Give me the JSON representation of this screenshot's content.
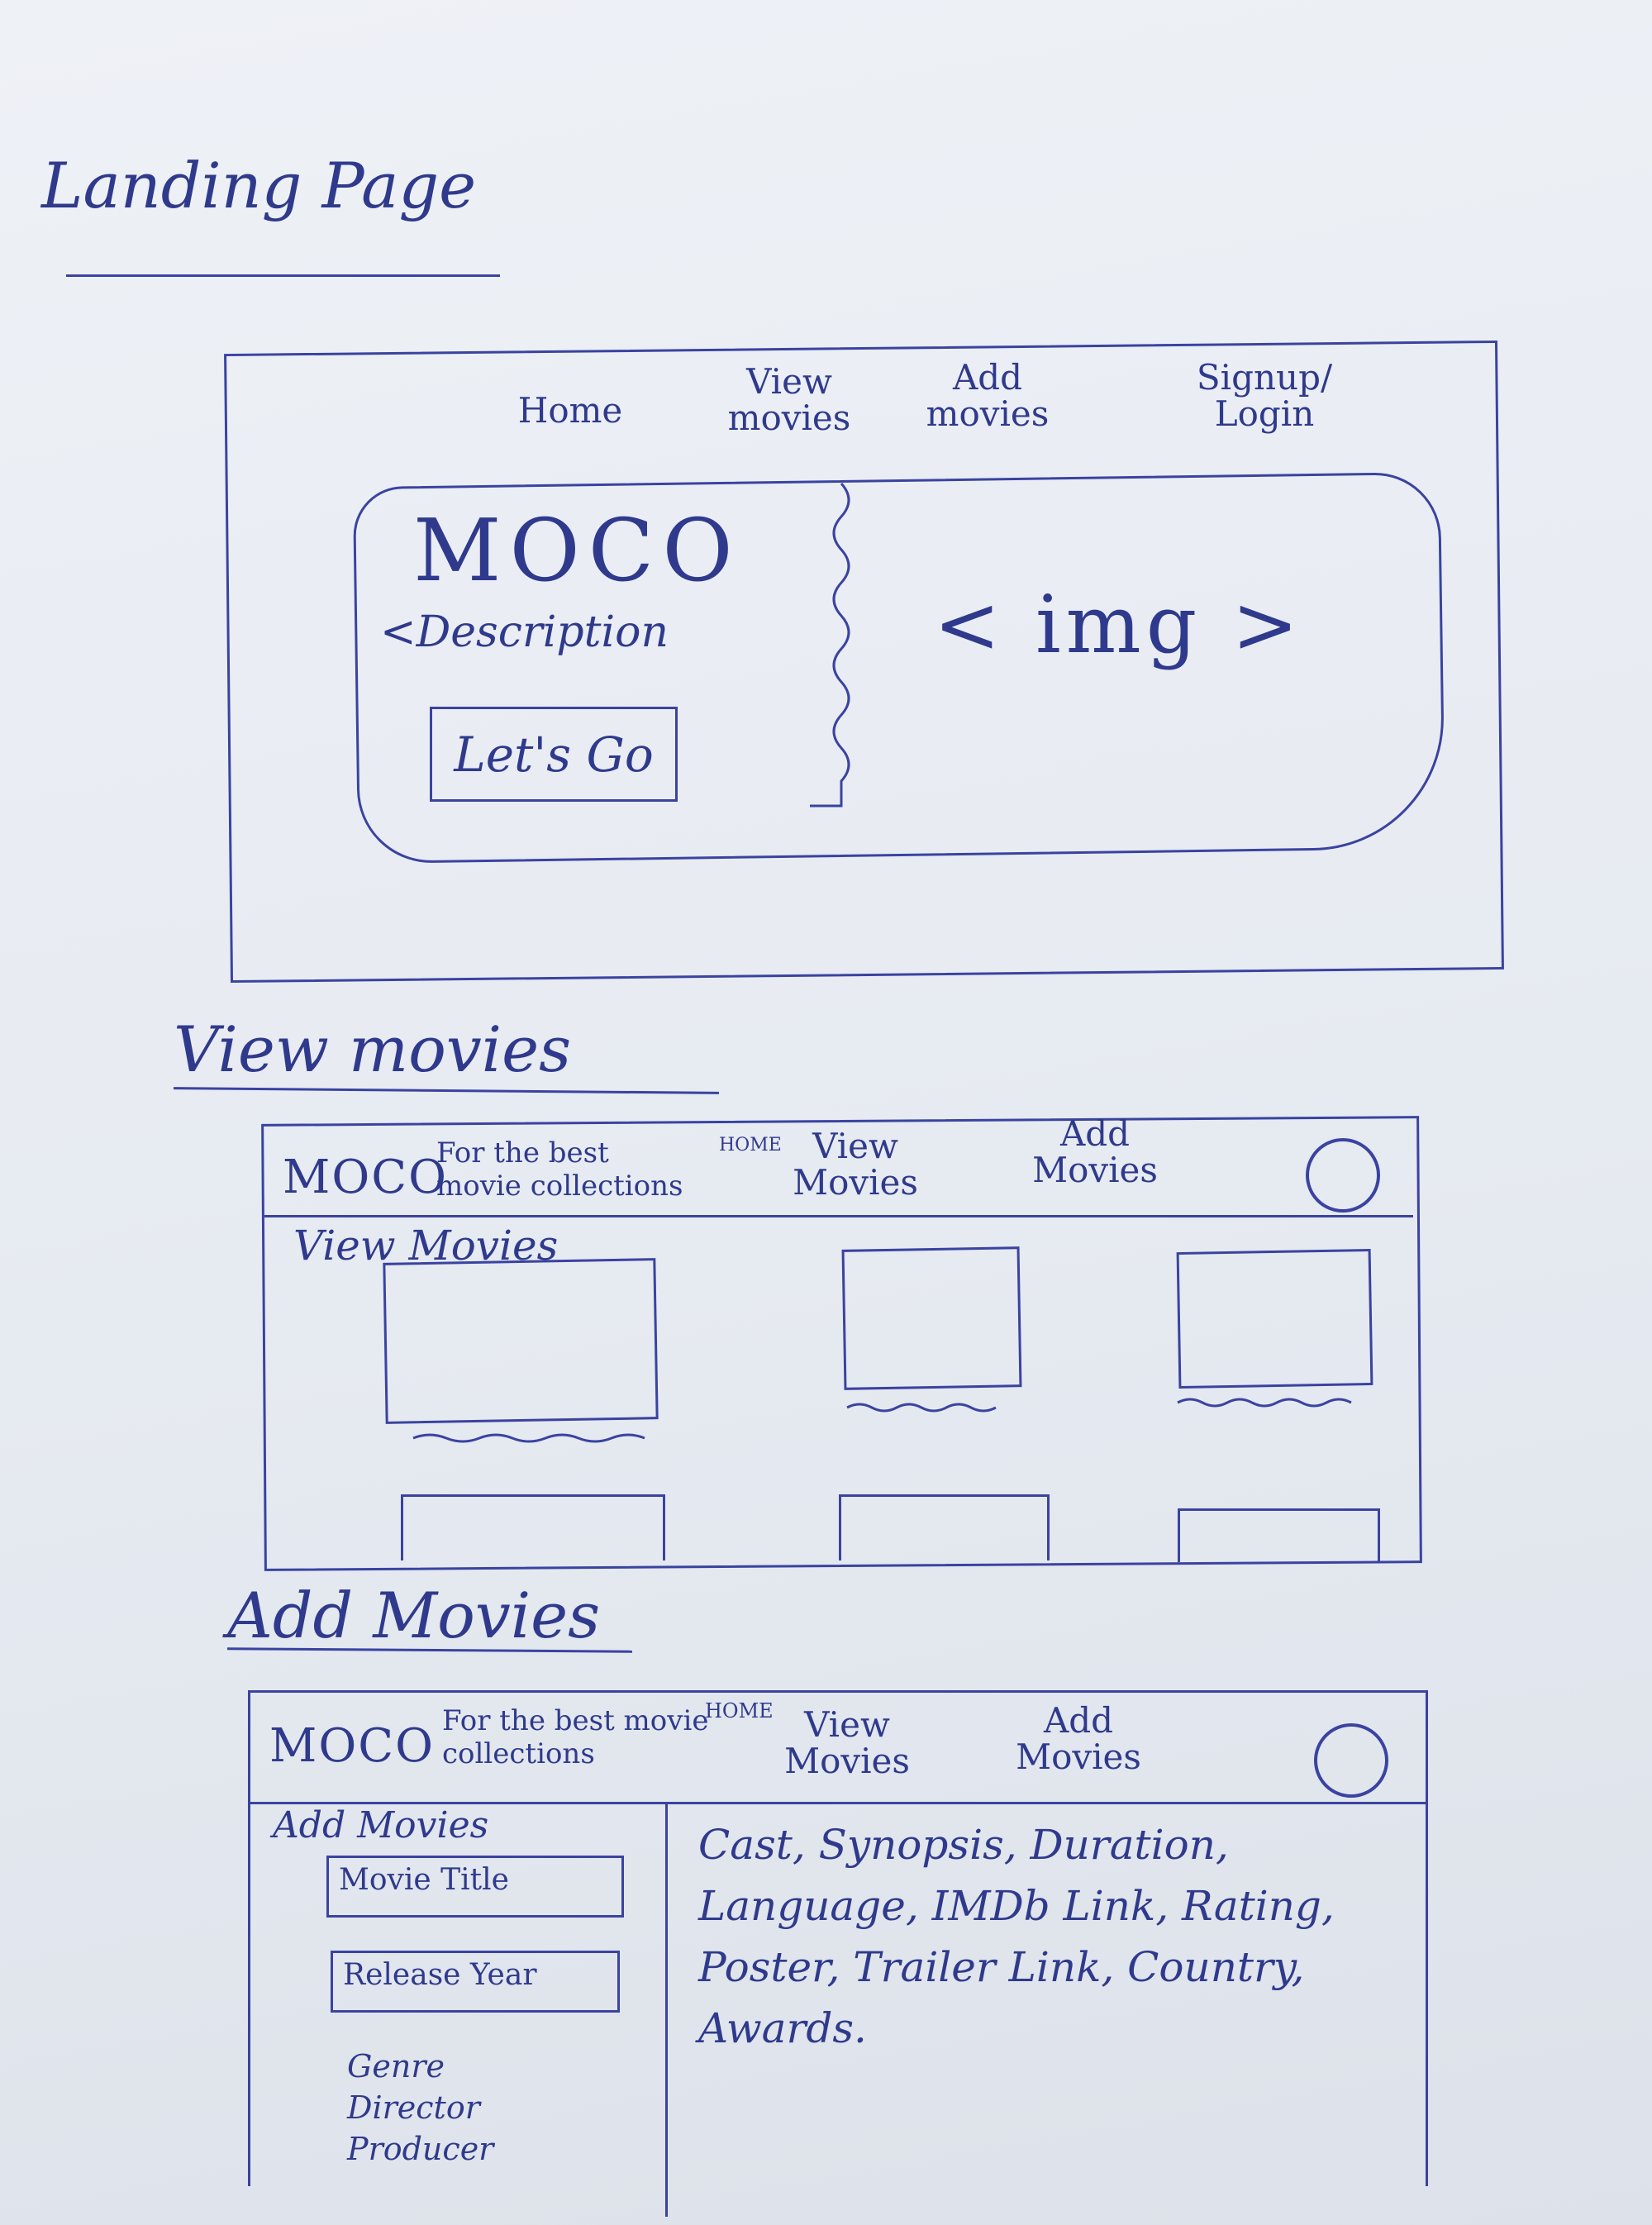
{
  "sections": {
    "landing": "Landing Page",
    "view": "View movies",
    "add": "Add Movies"
  },
  "landing": {
    "nav": {
      "home": "Home",
      "view": "View movies",
      "add": "Add movies",
      "signup": "Signup/ Login"
    },
    "title": "MOCO",
    "description": "<Description",
    "cta": "Let's Go",
    "img": "< img >"
  },
  "view": {
    "logo": "MOCO",
    "tagline": "For the best movie collections",
    "home_vertical": "HOME",
    "nav_view": "View Movies",
    "nav_add": "Add Movies",
    "section_title": "View Movies"
  },
  "add": {
    "logo": "MOCO",
    "tagline": "For the best movie collections",
    "home_vertical": "HOME",
    "nav_view": "View Movies",
    "nav_add": "Add Movies",
    "section_title": "Add Movies",
    "fields": {
      "title": "Movie Title",
      "year": "Release Year"
    },
    "extra_fields": [
      "Genre",
      "Director",
      "Producer"
    ],
    "notes": "Cast, Synopsis, Duration, Language, IMDb Link, Rating, Poster, Trailer Link, Country, Awards."
  }
}
